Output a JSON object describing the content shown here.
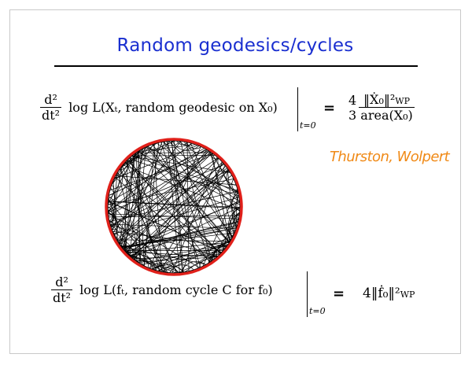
{
  "slide": {
    "title": "Random geodesics/cycles",
    "credit": "Thurston, Wolpert",
    "eq1": {
      "lhs_num": "d²",
      "lhs_den": "dt²",
      "lhs_expr": "log L(Xₜ, random geodesic on X₀)",
      "eval_at": "t=0",
      "eq": "=",
      "rhs_coef_num": "4",
      "rhs_coef_den": "3",
      "rhs_num": "‖Ẋ₀‖²",
      "rhs_num_sub": "WP",
      "rhs_den": "area(X₀)"
    },
    "eq2": {
      "lhs_num": "d²",
      "lhs_den": "dt²",
      "lhs_expr": "log L(fₜ, random cycle C for f₀)",
      "eval_at": "t=0",
      "eq": "=",
      "rhs": "4‖ḟ₀‖²",
      "rhs_sub": "WP"
    },
    "colors": {
      "title": "#1a2fd0",
      "credit": "#f08a17",
      "circle_border": "#e0201a"
    }
  }
}
